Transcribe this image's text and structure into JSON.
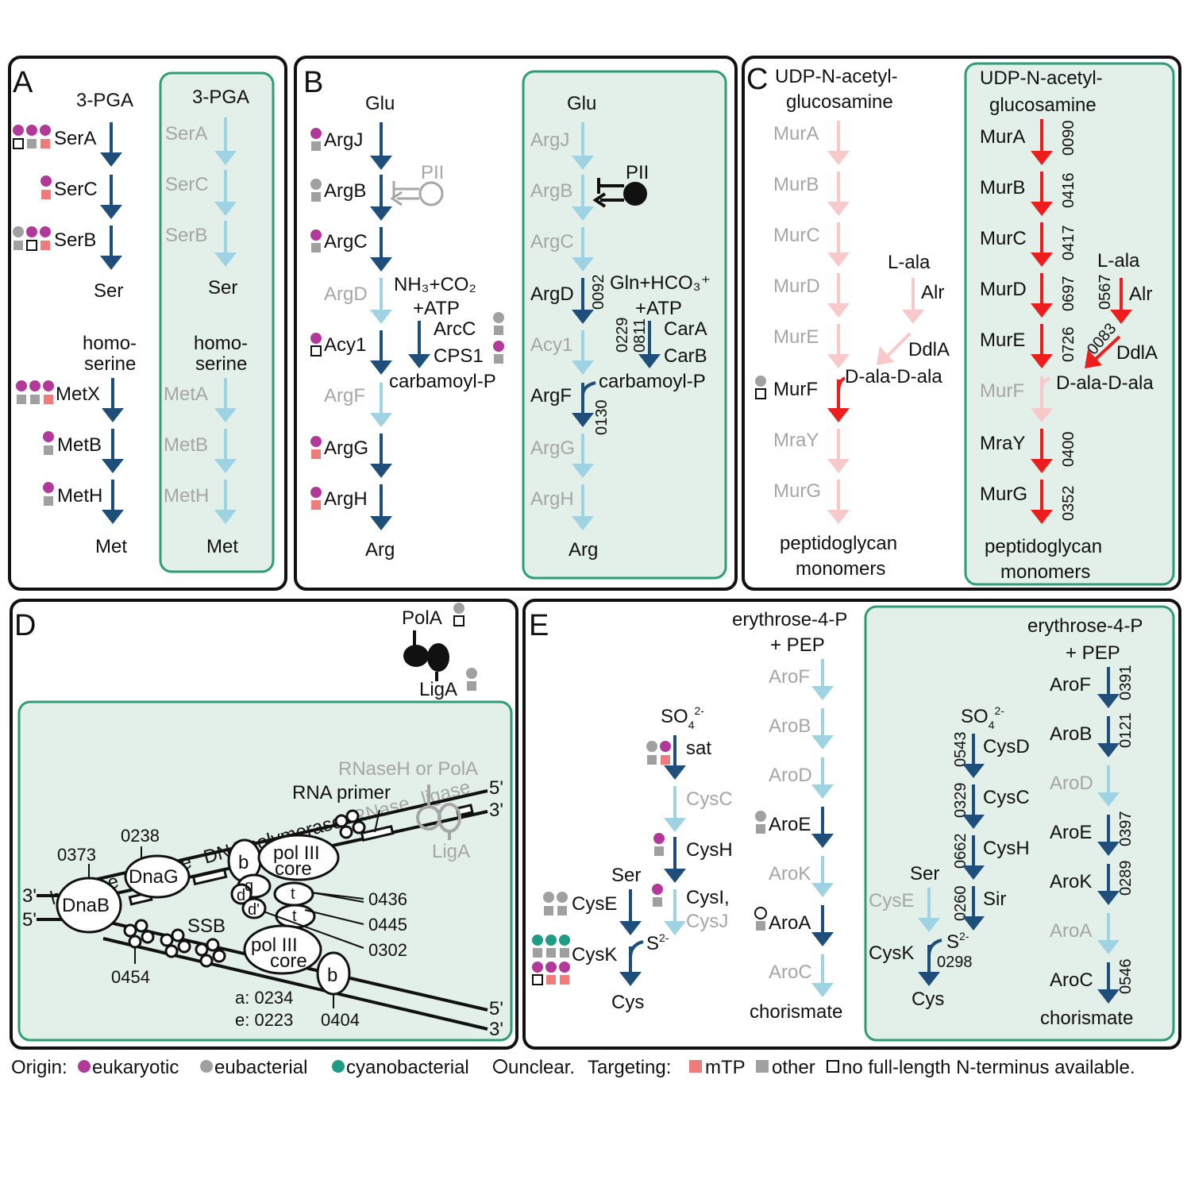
{
  "panel_labels": [
    "A",
    "B",
    "C",
    "D",
    "E"
  ],
  "colors": {
    "dark": "#1f4e7a",
    "light": "#9fd3e3",
    "red": "#ee1c1c",
    "pink": "#f9c9c9",
    "green_bg": "#e3efe9",
    "green_border": "#2e9e72",
    "gray_text": "#a6a6a6",
    "magenta": "#b2399a",
    "gray": "#a0a0a0",
    "salmon": "#f07b7b",
    "teal": "#1f9d84"
  },
  "panelA": {
    "left": {
      "start": "3-PGA",
      "enzymes": [
        "SerA",
        "SerC",
        "SerB"
      ],
      "product": "Ser",
      "start2a": "homo-",
      "start2b": "serine",
      "enzymes2": [
        "MetX",
        "MetB",
        "MetH"
      ],
      "product2": "Met"
    },
    "right": {
      "start": "3-PGA",
      "enzymes": [
        "SerA",
        "SerC",
        "SerB"
      ],
      "product": "Ser",
      "start2a": "homo-",
      "start2b": "serine",
      "enzymes2": [
        "MetA",
        "MetB",
        "MetH"
      ],
      "product2": "Met"
    }
  },
  "panelB": {
    "left": {
      "start": "Glu",
      "enzymes": [
        "ArgJ",
        "ArgB",
        "ArgC",
        "ArgD",
        "Acy1",
        "ArgF",
        "ArgG",
        "ArgH"
      ],
      "product": "Arg",
      "pii": "PII",
      "sub1": "NH₃+CO₂",
      "sub2": "+ATP",
      "e1": "ArcC",
      "e2": "CPS1",
      "prod_side": "carbamoyl-P"
    },
    "right": {
      "start": "Glu",
      "enzymes": [
        "ArgJ",
        "ArgB",
        "ArgC",
        "ArgD",
        "Acy1",
        "ArgF",
        "ArgG",
        "ArgH"
      ],
      "product": "Arg",
      "pii": "PII",
      "sub1": "Gln+HCO₃⁺",
      "sub2": "+ATP",
      "e1": "CarA",
      "e2": "CarB",
      "prod_side": "carbamoyl-P",
      "ids": [
        "0092",
        "0229",
        "0811",
        "0130"
      ]
    }
  },
  "panelC": {
    "left": {
      "start_a": "UDP-N-acetyl-",
      "start_b": "glucosamine",
      "enzymes": [
        "MurA",
        "MurB",
        "MurC",
        "MurD",
        "MurE",
        "MurF",
        "MraY",
        "MurG"
      ],
      "side_sub": "L-ala",
      "side_e1": "Alr",
      "side_e2": "DdlA",
      "side_prod": "D-ala-D-ala",
      "product_a": "peptidoglycan",
      "product_b": "monomers"
    },
    "right": {
      "start_a": "UDP-N-acetyl-",
      "start_b": "glucosamine",
      "enzymes": [
        "MurA",
        "MurB",
        "MurC",
        "MurD",
        "MurE",
        "MurF",
        "MraY",
        "MurG"
      ],
      "ids": [
        "0090",
        "0416",
        "0417",
        "0697",
        "0726",
        "",
        "0400",
        "0352"
      ],
      "side_sub": "L-ala",
      "side_e1": "Alr",
      "side_e2": "DdlA",
      "side_prod": "D-ala-D-ala",
      "side_ids": [
        "0567",
        "0083"
      ],
      "product_a": "peptidoglycan",
      "product_b": "monomers"
    }
  },
  "panelD": {
    "pola": "PolA",
    "liga": "LigA",
    "top_labels": [
      "helicase",
      "primase",
      "DNA polymerase",
      "RNase",
      "ligase"
    ],
    "rnaseh": "RNaseH or PolA",
    "rna_primer": "RNA primer",
    "liga_inner": "LigA",
    "dnab": "DnaB",
    "dnag": "DnaG",
    "ssb": "SSB",
    "b": "b",
    "core1": "pol III",
    "core2": "core",
    "q": "q",
    "d": "d",
    "dp": "d'",
    "t": "t",
    "ids": {
      "dnab": "0373",
      "dnag": "0238",
      "ssb": "0454",
      "t1": "0436",
      "t2": "0445",
      "d": "0302",
      "b": "0404"
    },
    "ae_a": "a: 0234",
    "ae_e": "e: 0223",
    "ends": {
      "l3": "3'",
      "l5": "5'",
      "r5a": "5'",
      "r3a": "3'",
      "r5b": "5'",
      "r3b": "3'"
    }
  },
  "panelE": {
    "cys_left": {
      "sub_a": "SO",
      "sub_b": "4",
      "sub_c": "2-",
      "enzymes": [
        "sat",
        "CysC",
        "CysH",
        "CysI,",
        "CysJ"
      ],
      "ser": "Ser",
      "cyse": "CysE",
      "cysk": "CysK",
      "s2": "S",
      "s2sup": "2-",
      "product": "Cys"
    },
    "aro_left": {
      "start_a": "erythrose-4-P",
      "start_b": "+ PEP",
      "enzymes": [
        "AroF",
        "AroB",
        "AroD",
        "AroE",
        "AroK",
        "AroA",
        "AroC"
      ],
      "product": "chorismate"
    },
    "cys_right": {
      "sub_a": "SO",
      "sub_b": "4",
      "sub_c": "2-",
      "enzymes": [
        "CysD",
        "CysC",
        "CysH",
        "Sir"
      ],
      "ids": [
        "0543",
        "0329",
        "0662",
        "0260"
      ],
      "ser": "Ser",
      "cyse": "CysE",
      "cysk": "CysK",
      "s2": "S",
      "s2sup": "2-",
      "s2id": "0298",
      "product": "Cys"
    },
    "aro_right": {
      "start_a": "erythrose-4-P",
      "start_b": "+ PEP",
      "enzymes": [
        "AroF",
        "AroB",
        "AroD",
        "AroE",
        "AroK",
        "AroA",
        "AroC"
      ],
      "ids": [
        "0391",
        "0121",
        "",
        "0397",
        "0289",
        "",
        "0546"
      ],
      "product": "chorismate"
    }
  },
  "legend": {
    "origin": "Origin:",
    "eukaryotic": "eukaryotic",
    "eubacterial": "eubacterial",
    "cyanobacterial": "cyanobacterial",
    "unclear": "unclear.",
    "targeting": "Targeting:",
    "mtp": "mTP",
    "other": "other",
    "none": "no full-length N-terminus available."
  }
}
